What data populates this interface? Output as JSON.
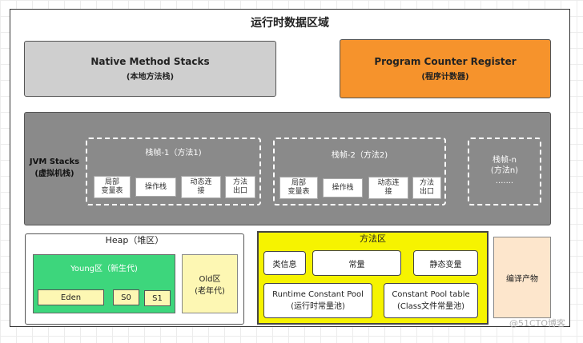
{
  "diagram": {
    "title": "运行时数据区域",
    "native_stack": {
      "label": "Native Method Stacks",
      "sublabel": "(本地方法栈)",
      "color": "#cfcfcf"
    },
    "pc_register": {
      "label": "Program Counter Register",
      "sublabel": "(程序计数器)",
      "color": "#f6932c"
    },
    "jvm_stacks": {
      "label": "JVM Stacks",
      "sublabel": "(虚拟机栈)",
      "color": "#8a8a8a",
      "frames": [
        {
          "title": "栈帧-1（方法1)",
          "cells": [
            [
              "局部",
              "变量表"
            ],
            [
              "操作栈"
            ],
            [
              "动态连",
              "接"
            ],
            [
              "方法",
              "出口"
            ]
          ]
        },
        {
          "title": "栈帧-2（方法2)",
          "cells": [
            [
              "局部",
              "变量表"
            ],
            [
              "操作栈"
            ],
            [
              "动态连",
              "接"
            ],
            [
              "方法",
              "出口"
            ]
          ]
        },
        {
          "title": "栈帧-n",
          "subtitle": "(方法n)",
          "dots": "......."
        }
      ]
    },
    "heap": {
      "title": "Heap（堆区）",
      "young": {
        "title": "Young区（新生代)",
        "eden": "Eden",
        "s0": "S0",
        "s1": "S1",
        "color": "#3dd67c"
      },
      "old": {
        "title": "Old区",
        "subtitle": "(老年代)",
        "color": "#fdf7b3"
      }
    },
    "method_area": {
      "title": "方法区",
      "color": "#f6f300",
      "class_info": "类信息",
      "constants": "常量",
      "static_vars": "静态变量",
      "runtime_pool": {
        "label": "Runtime Constant Pool",
        "sublabel": "(运行时常量池)"
      },
      "pool_table": {
        "label": "Constant Pool table",
        "sublabel": "(Class文件常量池)"
      }
    },
    "compiled": {
      "label": "编译产物",
      "color": "#fde6cc"
    }
  },
  "watermark": "@51CTO博客"
}
